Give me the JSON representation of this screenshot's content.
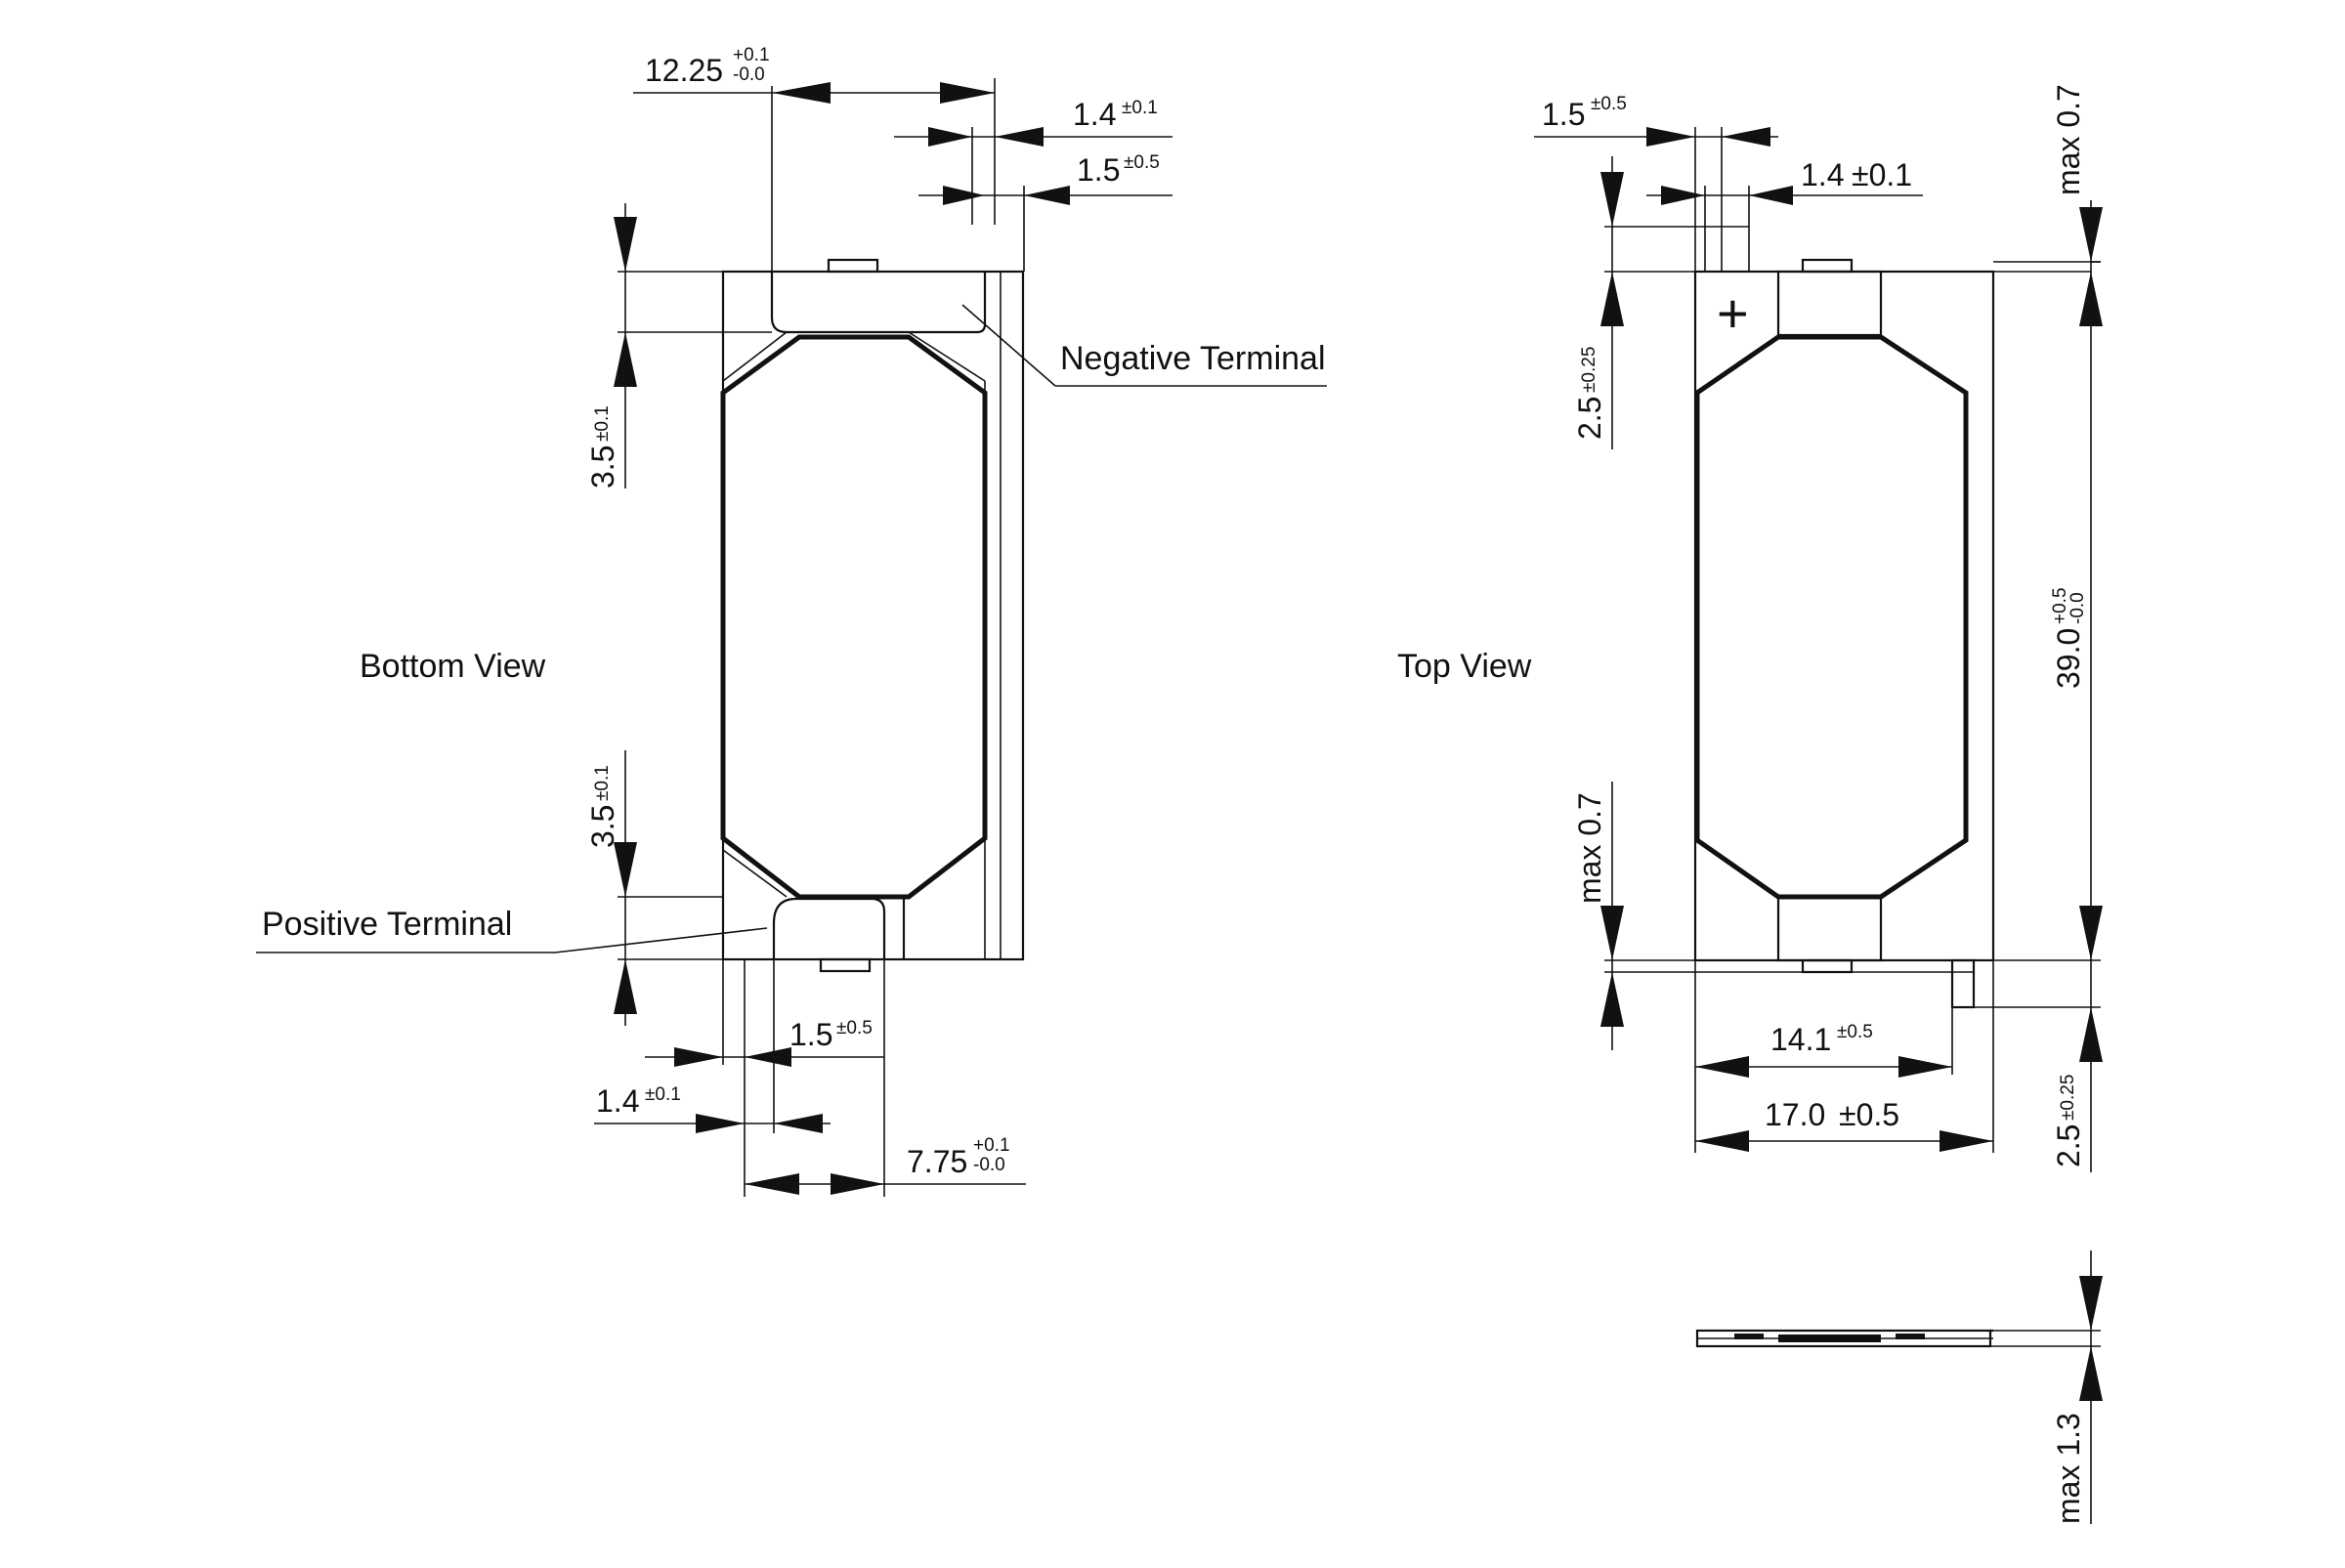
{
  "colors": {
    "ink": "#111111",
    "background": "#ffffff"
  },
  "views": {
    "bottom": {
      "title": "Bottom View"
    },
    "top": {
      "title": "Top View"
    }
  },
  "terminals": {
    "negative": "Negative Terminal",
    "positive": "Positive Terminal",
    "plus_mark": "+"
  },
  "dims": {
    "bottom": {
      "tab_offset_top": {
        "value": "12.25",
        "tol_upper": "+0.1",
        "tol_lower": "-0.0"
      },
      "tab_thick_top": {
        "value": "1.4",
        "tol": "±0.1"
      },
      "tab_width_top": {
        "value": "1.5",
        "tol": "±0.5"
      },
      "tab_len_top": {
        "value": "3.5",
        "tol": "±0.1"
      },
      "tab_len_bottom": {
        "value": "3.5",
        "tol": "±0.1"
      },
      "tab_width_bottom": {
        "value": "1.5",
        "tol": "±0.5"
      },
      "tab_thick_bottom": {
        "value": "1.4",
        "tol": "±0.1"
      },
      "tab_offset_bottom": {
        "value": "7.75",
        "tol_upper": "+0.1",
        "tol_lower": "-0.0"
      }
    },
    "top": {
      "tab_width": {
        "value": "1.5",
        "tol": "±0.5"
      },
      "tab_thick": {
        "value": "1.4",
        "tol": "±0.1"
      },
      "tab_len_top": {
        "value": "2.5",
        "tol": "±0.25"
      },
      "overhang_top": {
        "value": "max 0.7"
      },
      "length": {
        "value": "39.0",
        "tol_upper": "+0.5",
        "tol_lower": "-0.0"
      },
      "overhang_bottom": {
        "value": "max 0.7"
      },
      "tab_len_bottom": {
        "value": "2.5",
        "tol": "±0.25"
      },
      "inner_width": {
        "value": "14.1",
        "tol": "±0.5"
      },
      "width": {
        "value": "17.0",
        "tol": "±0.5"
      }
    },
    "side": {
      "thickness": {
        "value": "max 1.3"
      }
    }
  }
}
